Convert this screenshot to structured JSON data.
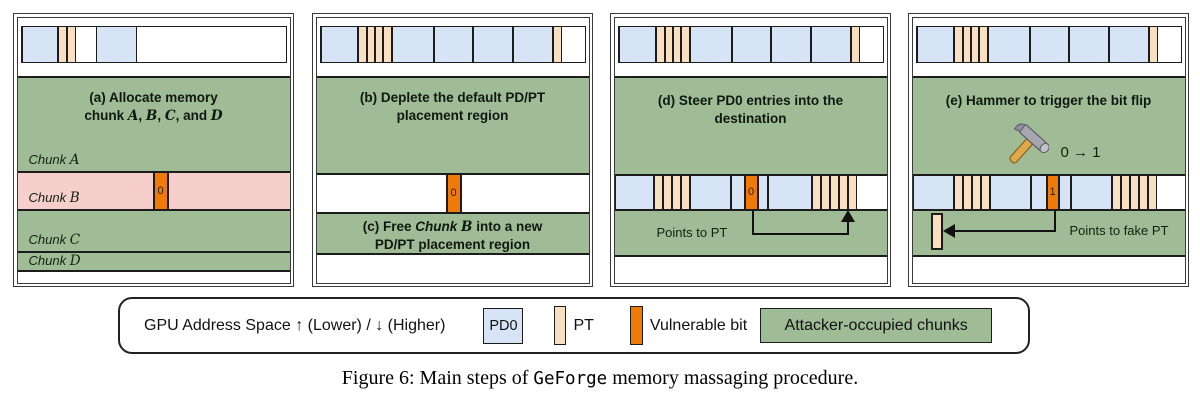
{
  "colors": {
    "pd0_blue": "#d7e4f6",
    "pt_tan": "#f9dfc2",
    "vulnerable_orange": "#ef7a08",
    "attacker_green": "#9fbc96",
    "freed_chunk_pink": "#f6cfcc"
  },
  "strips": {
    "a_top": [
      {
        "k": "pd0",
        "w": 36
      },
      {
        "k": "pt",
        "w": 9
      },
      {
        "k": "pt",
        "w": 9
      },
      {
        "k": "gap",
        "w": 20
      },
      {
        "k": "pd0",
        "w": 41
      },
      {
        "k": "gap"
      }
    ],
    "full_top": [
      {
        "k": "pd0",
        "w": 37
      },
      {
        "k": "pt",
        "w": 9
      },
      {
        "k": "pt",
        "w": 8
      },
      {
        "k": "pt",
        "w": 8
      },
      {
        "k": "pt",
        "w": 9
      },
      {
        "k": "pd0",
        "w": 42
      },
      {
        "k": "pd0",
        "w": 39
      },
      {
        "k": "pd0",
        "w": 40
      },
      {
        "k": "pd0",
        "w": 40
      },
      {
        "k": "pt",
        "w": 9
      },
      {
        "k": "gap"
      }
    ],
    "d_mid": [
      {
        "k": "pd0",
        "w": 39
      },
      {
        "k": "pt",
        "w": 9
      },
      {
        "k": "pt",
        "w": 9
      },
      {
        "k": "pt",
        "w": 9
      },
      {
        "k": "pt",
        "w": 9
      },
      {
        "k": "pd0",
        "w": 41
      },
      {
        "k": "pd0",
        "w": 14
      },
      {
        "k": "vuln",
        "w": 13,
        "label": "0"
      },
      {
        "k": "pd0",
        "w": 10
      },
      {
        "k": "pd0",
        "w": 44
      },
      {
        "k": "pt",
        "w": 9
      },
      {
        "k": "pt",
        "w": 9
      },
      {
        "k": "pt",
        "w": 9
      },
      {
        "k": "pt",
        "w": 9
      },
      {
        "k": "pt",
        "w": 9
      },
      {
        "k": "gap"
      }
    ],
    "e_mid": [
      {
        "k": "pd0",
        "w": 41
      },
      {
        "k": "pt",
        "w": 9
      },
      {
        "k": "pt",
        "w": 9
      },
      {
        "k": "pt",
        "w": 9
      },
      {
        "k": "pt",
        "w": 9
      },
      {
        "k": "pd0",
        "w": 41
      },
      {
        "k": "pd0",
        "w": 16
      },
      {
        "k": "vuln",
        "w": 12,
        "label": "1"
      },
      {
        "k": "pd0",
        "w": 12
      },
      {
        "k": "pd0",
        "w": 41
      },
      {
        "k": "pt",
        "w": 9
      },
      {
        "k": "pt",
        "w": 9
      },
      {
        "k": "pt",
        "w": 9
      },
      {
        "k": "pt",
        "w": 9
      },
      {
        "k": "pt",
        "w": 9
      },
      {
        "k": "gap"
      }
    ]
  },
  "panels": {
    "a": {
      "title_l1": [
        {
          "t": "(a) Allocate memory"
        }
      ],
      "title_l2": [
        {
          "t": "chunk "
        },
        {
          "t": "A",
          "cal": true
        },
        {
          "t": ", "
        },
        {
          "t": "B",
          "cal": true
        },
        {
          "t": ", "
        },
        {
          "t": "C",
          "cal": true
        },
        {
          "t": ", and "
        },
        {
          "t": "D",
          "cal": true
        }
      ],
      "chunk_a": [
        {
          "t": "Chunk "
        },
        {
          "t": "A",
          "cal": true
        }
      ],
      "chunk_b": [
        {
          "t": "Chunk "
        },
        {
          "t": "B",
          "cal": true
        }
      ],
      "chunk_c": [
        {
          "t": "Chunk "
        },
        {
          "t": "C",
          "cal": true
        }
      ],
      "chunk_d": [
        {
          "t": "Chunk "
        },
        {
          "t": "D",
          "cal": true
        }
      ],
      "vuln_label": "0"
    },
    "bc": {
      "title_b_l1": [
        {
          "t": "(b) Deplete the default PD/PT"
        }
      ],
      "title_b_l2": [
        {
          "t": "placement region"
        }
      ],
      "title_c_l1": [
        {
          "t": "(c) Free "
        },
        {
          "t": "Chunk ",
          "ital": true
        },
        {
          "t": "B",
          "cal": true
        },
        {
          "t": " into a new"
        }
      ],
      "title_c_l2": [
        {
          "t": "PD/PT placement region"
        }
      ],
      "vuln_label": "0"
    },
    "d": {
      "title_l1": [
        {
          "t": "(d) Steer PD0 entries into the"
        }
      ],
      "title_l2": [
        {
          "t": "destination"
        }
      ],
      "arrow_label": "Points to PT"
    },
    "e": {
      "title_l1": [
        {
          "t": "(e) Hammer to trigger the bit flip"
        }
      ],
      "flip_text": "0 → 1",
      "arrow_label": "Points to fake PT"
    }
  },
  "legend": {
    "address_space": "GPU Address Space ↑ (Lower) / ↓ (Higher)",
    "pd0_label": "PD0",
    "pt_label": "PT",
    "vuln_label": "Vulnerable bit",
    "attacker_label": "Attacker-occupied chunks"
  },
  "caption": [
    {
      "t": "Figure 6: Main steps of "
    },
    {
      "t": "GeForge",
      "mono": true
    },
    {
      "t": " memory massaging procedure."
    }
  ]
}
